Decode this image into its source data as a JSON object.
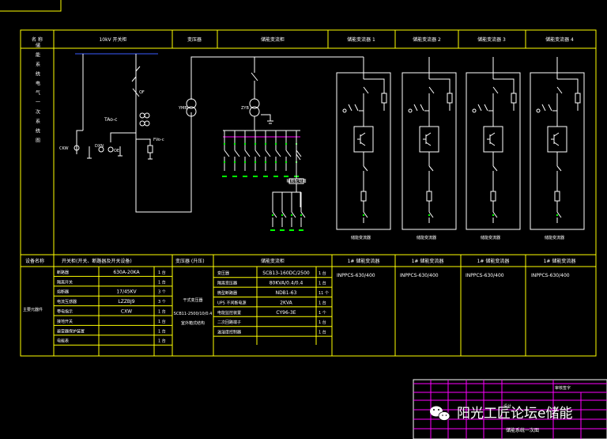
{
  "header": {
    "col1": "名 称",
    "col2": "10kV 开关柜",
    "col3": "变压器",
    "col4": "储能变流柜",
    "pcs": [
      "储能变流器 1",
      "储能变流器 2",
      "储能变流器 3",
      "储能变流器 4"
    ]
  },
  "side_label": "储能系统电气一次系统图",
  "labels": {
    "ct": "TAo-c",
    "bus_left": "CKW",
    "dxn": "DXN",
    "oe": "OE",
    "fvo": "FVo-c",
    "qf": "QF",
    "ymb": "YMB",
    "zyb": "ZYB",
    "aux": "辅助配电箱",
    "pcs_caption": "储能变流器"
  },
  "table": {
    "h1": "设备名称",
    "h2": "开关柜(开关、断路器及开关设备)",
    "h3": "变压器 (升压)",
    "h4": "储能变流柜",
    "pcs_heads": [
      "1# 储能变流器",
      "1# 储能变流器",
      "1# 储能变流器",
      "1# 储能变流器"
    ],
    "row_label": "主要元器件",
    "left_rows": [
      {
        "name": "断路器",
        "spec": "630A-20KA",
        "qty": "1 台"
      },
      {
        "name": "隔离开关",
        "spec": "",
        "qty": "1 台"
      },
      {
        "name": "熔断器",
        "spec": "17/45KV",
        "qty": "3 个"
      },
      {
        "name": "电流互感器",
        "spec": "LZZBJ9",
        "qty": "3 个"
      },
      {
        "name": "带电指示",
        "spec": "CXW",
        "qty": "1 台"
      },
      {
        "name": "接地开关",
        "spec": "",
        "qty": "1 台"
      },
      {
        "name": "避雷器保护装置",
        "spec": "",
        "qty": "1 台"
      },
      {
        "name": "电能表",
        "spec": "",
        "qty": "1 台"
      }
    ],
    "trans": [
      "干式变压器",
      "SCB11-2500/10/0.4",
      "室外箱式结构"
    ],
    "mid_rows": [
      {
        "name": "变压器",
        "spec": "SCB13-160DC/2500",
        "qty": "1 台"
      },
      {
        "name": "隔离变压器",
        "spec": "80KVA/0.4/0.4",
        "qty": "1 台"
      },
      {
        "name": "微型断路器",
        "spec": "NDB1-63",
        "qty": "11 个"
      },
      {
        "name": "UPS 不间断电源",
        "spec": "2KVA",
        "qty": "1 台"
      },
      {
        "name": "电能监控装置",
        "spec": "CY96-3E",
        "qty": "1 个"
      },
      {
        "name": "二次回路端子",
        "spec": "",
        "qty": "1 台"
      },
      {
        "name": "温湿度控制器",
        "spec": "",
        "qty": "1 台"
      }
    ],
    "pcs_models": [
      "INPPCS-630/400",
      "INPPCS-630/400",
      "INPPCS-630/400",
      "INPPCS-630/400"
    ]
  },
  "title_block": {
    "r1": "审核签字",
    "r2": "设计",
    "r3": "储能系统一次图"
  },
  "watermark": "阳光工匠论坛e储能",
  "colors": {
    "frame": "#ffff00",
    "wire": "#ffffff",
    "device": "#00ff00",
    "bus": "#ff00ff"
  }
}
